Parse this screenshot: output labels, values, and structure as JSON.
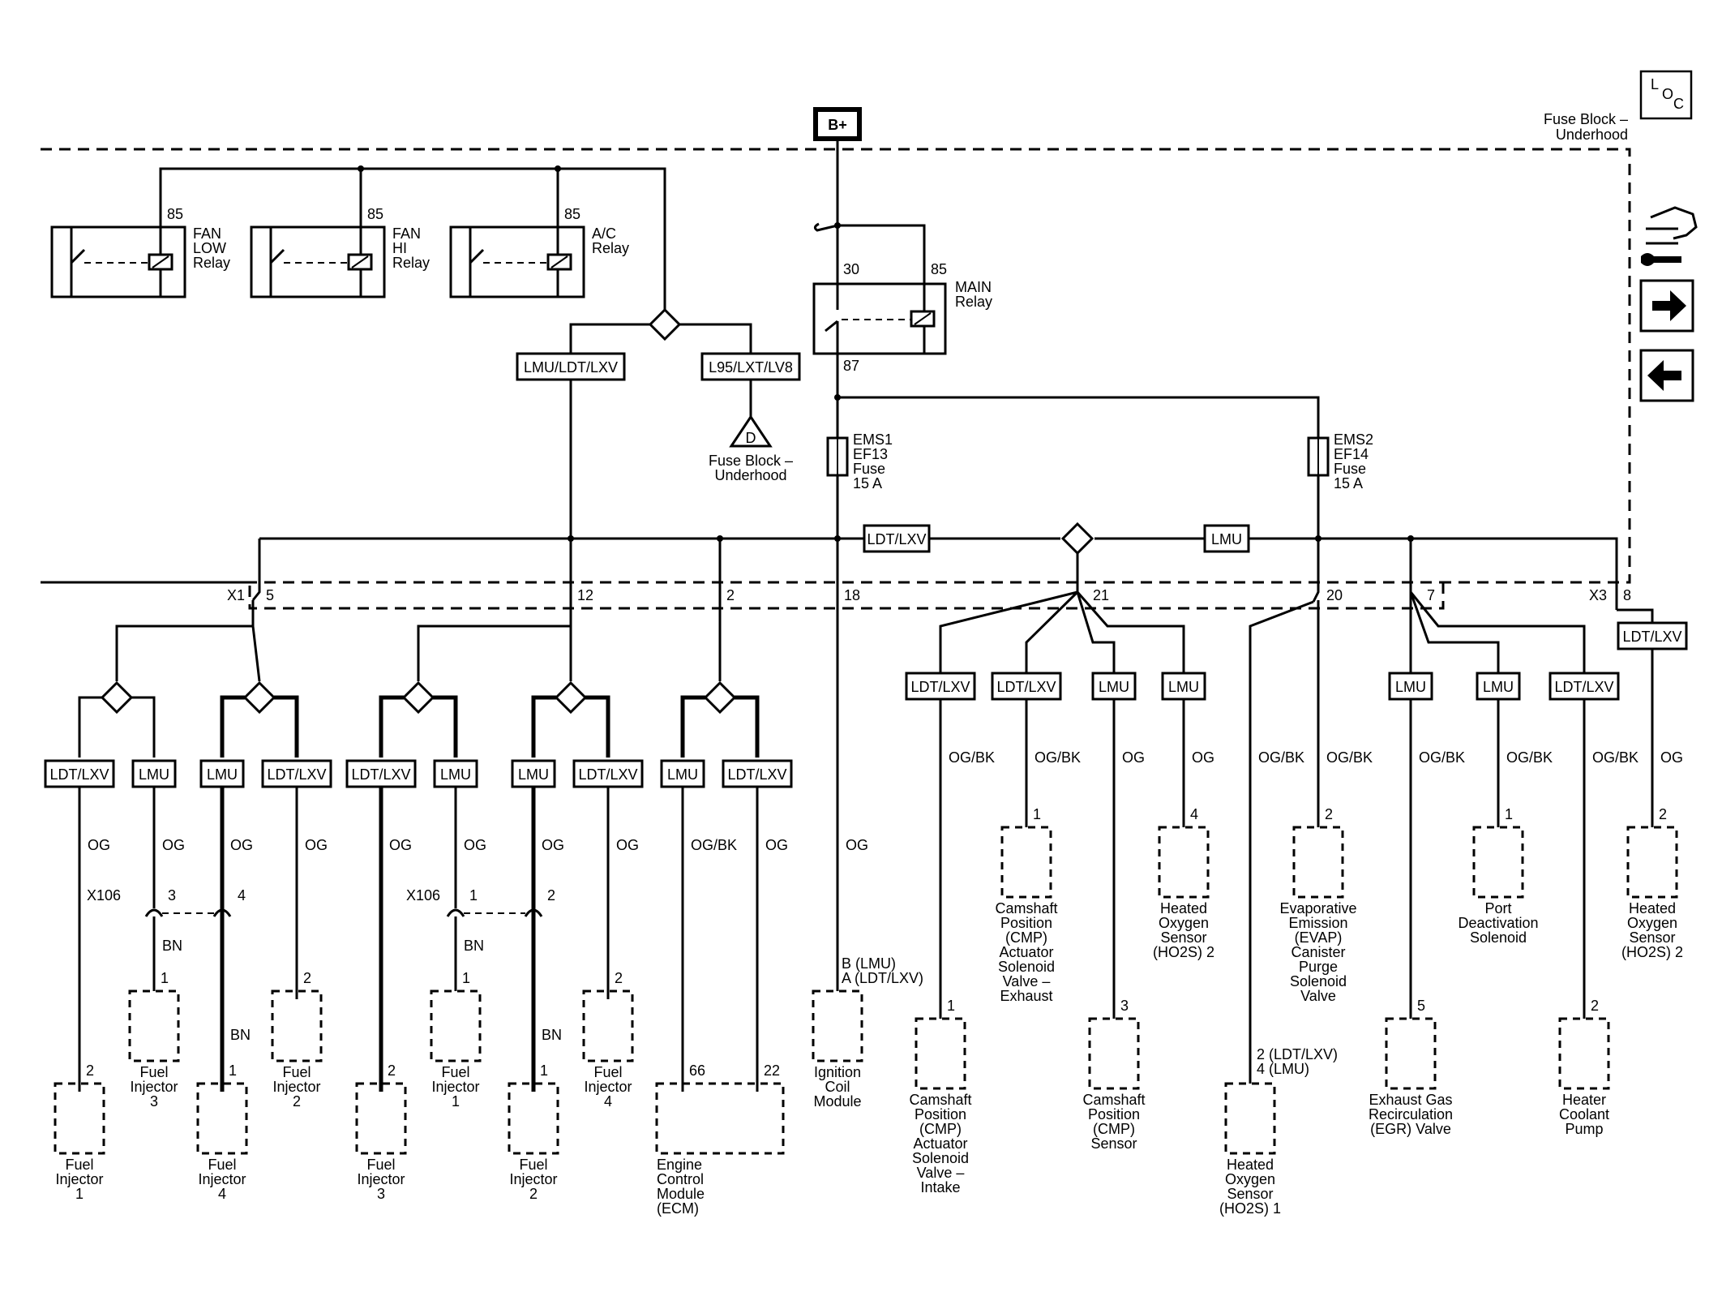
{
  "header": {
    "bplus": "B+",
    "fuse_block_line1": "Fuse Block –",
    "fuse_block_line2": "Underhood",
    "loc_l": "L",
    "loc_o": "O",
    "loc_c": "C"
  },
  "relays": {
    "fan_low": {
      "pin": "85",
      "line1": "FAN",
      "line2": "LOW",
      "line3": "Relay"
    },
    "fan_hi": {
      "pin": "85",
      "line1": "FAN",
      "line2": "HI",
      "line3": "Relay"
    },
    "ac": {
      "pin": "85",
      "line1": "A/C",
      "line2": "Relay"
    },
    "main": {
      "pin30": "30",
      "pin85": "85",
      "pin87": "87",
      "line1": "MAIN",
      "line2": "Relay"
    }
  },
  "options": {
    "lmu_ldt_lxv": "LMU/LDT/LXV",
    "l95": "L95/LXT/LV8",
    "ref_d": "D",
    "ref_line1": "Fuse Block –",
    "ref_line2": "Underhood",
    "bus_ldt": "LDT/LXV",
    "bus_lmu": "LMU"
  },
  "fuses": {
    "ems1": {
      "l1": "EMS1",
      "l2": "EF13",
      "l3": "Fuse",
      "l4": "15 A"
    },
    "ems2": {
      "l1": "EMS2",
      "l2": "EF14",
      "l3": "Fuse",
      "l4": "15 A"
    }
  },
  "connectors": {
    "x1": "X1",
    "x3": "X3",
    "p5": "5",
    "p12": "12",
    "p2": "2",
    "p18": "18",
    "p21": "21",
    "p20": "20",
    "p7": "7",
    "p8": "8"
  },
  "left_branches": {
    "tags": [
      "LDT/LXV",
      "LMU",
      "LMU",
      "LDT/LXV",
      "LDT/LXV",
      "LMU",
      "LMU",
      "LDT/LXV",
      "LMU",
      "LDT/LXV"
    ],
    "colors": [
      "OG",
      "OG",
      "OG",
      "OG",
      "OG",
      "OG",
      "OG",
      "OG",
      "OG/BK",
      "OG"
    ],
    "x106_a": "X106",
    "x106_b": "X106",
    "x106_pins": [
      "3",
      "4",
      "1",
      "2"
    ],
    "bn": [
      "BN",
      "BN",
      "BN",
      "BN"
    ]
  },
  "components": {
    "inj3_upper": {
      "pin": "1",
      "l1": "Fuel",
      "l2": "Injector",
      "l3": "3"
    },
    "inj2_upper": {
      "pin": "2",
      "l1": "Fuel",
      "l2": "Injector",
      "l3": "2"
    },
    "inj1_upper": {
      "pin": "1",
      "l1": "Fuel",
      "l2": "Injector",
      "l3": "1"
    },
    "inj4_upper": {
      "pin": "2",
      "l1": "Fuel",
      "l2": "Injector",
      "l3": "4"
    },
    "inj1_lower": {
      "pin": "2",
      "l1": "Fuel",
      "l2": "Injector",
      "l3": "1"
    },
    "inj4_lower": {
      "pin": "1",
      "l1": "Fuel",
      "l2": "Injector",
      "l3": "4"
    },
    "inj3_lower": {
      "pin": "2",
      "l1": "Fuel",
      "l2": "Injector",
      "l3": "3"
    },
    "inj2_lower": {
      "pin": "1",
      "l1": "Fuel",
      "l2": "Injector",
      "l3": "2"
    },
    "ecm": {
      "pin_a": "66",
      "pin_b": "22",
      "l1": "Engine",
      "l2": "Control",
      "l3": "Module",
      "l4": "(ECM)"
    },
    "ignition": {
      "pin_b": "B (LMU)",
      "pin_a": "A (LDT/LXV)",
      "color": "OG",
      "l1": "Ignition",
      "l2": "Coil",
      "l3": "Module"
    }
  },
  "right_branches": {
    "tags": [
      "LDT/LXV",
      "LDT/LXV",
      "LMU",
      "LMU",
      "LMU",
      "LMU",
      "LDT/LXV",
      "LDT/LXV"
    ],
    "colors": [
      "OG/BK",
      "OG/BK",
      "OG",
      "OG",
      "OG/BK",
      "OG/BK",
      "OG/BK",
      "OG/BK",
      "OG/BK",
      "OG"
    ],
    "cmp_intake": {
      "pin": "1",
      "l1": "Camshaft",
      "l2": "Position",
      "l3": "(CMP)",
      "l4": "Actuator",
      "l5": "Solenoid",
      "l6": "Valve –",
      "l7": "Intake"
    },
    "cmp_exhaust": {
      "pin": "1",
      "l1": "Camshaft",
      "l2": "Position",
      "l3": "(CMP)",
      "l4": "Actuator",
      "l5": "Solenoid",
      "l6": "Valve –",
      "l7": "Exhaust"
    },
    "cmp_sensor": {
      "pin": "3",
      "l1": "Camshaft",
      "l2": "Position",
      "l3": "(CMP)",
      "l4": "Sensor"
    },
    "ho2s2_a": {
      "pin": "4",
      "l1": "Heated",
      "l2": "Oxygen",
      "l3": "Sensor",
      "l4": "(HO2S) 2"
    },
    "ho2s1": {
      "pin_a": "2 (LDT/LXV)",
      "pin_b": "4 (LMU)",
      "l1": "Heated",
      "l2": "Oxygen",
      "l3": "Sensor",
      "l4": "(HO2S) 1"
    },
    "evap": {
      "pin": "2",
      "l1": "Evaporative",
      "l2": "Emission",
      "l3": "(EVAP)",
      "l4": "Canister",
      "l5": "Purge",
      "l6": "Solenoid",
      "l7": "Valve"
    },
    "egr": {
      "pin": "5",
      "l1": "Exhaust Gas",
      "l2": "Recirculation",
      "l3": "(EGR) Valve"
    },
    "port": {
      "pin": "1",
      "l1": "Port",
      "l2": "Deactivation",
      "l3": "Solenoid"
    },
    "coolant": {
      "pin": "2",
      "l1": "Heater",
      "l2": "Coolant",
      "l3": "Pump"
    },
    "ho2s2_b": {
      "pin": "2",
      "l1": "Heated",
      "l2": "Oxygen",
      "l3": "Sensor",
      "l4": "(HO2S) 2"
    }
  },
  "icons": [
    "loc-icon",
    "service-tool-icon",
    "arrow-right-icon",
    "arrow-left-icon"
  ]
}
